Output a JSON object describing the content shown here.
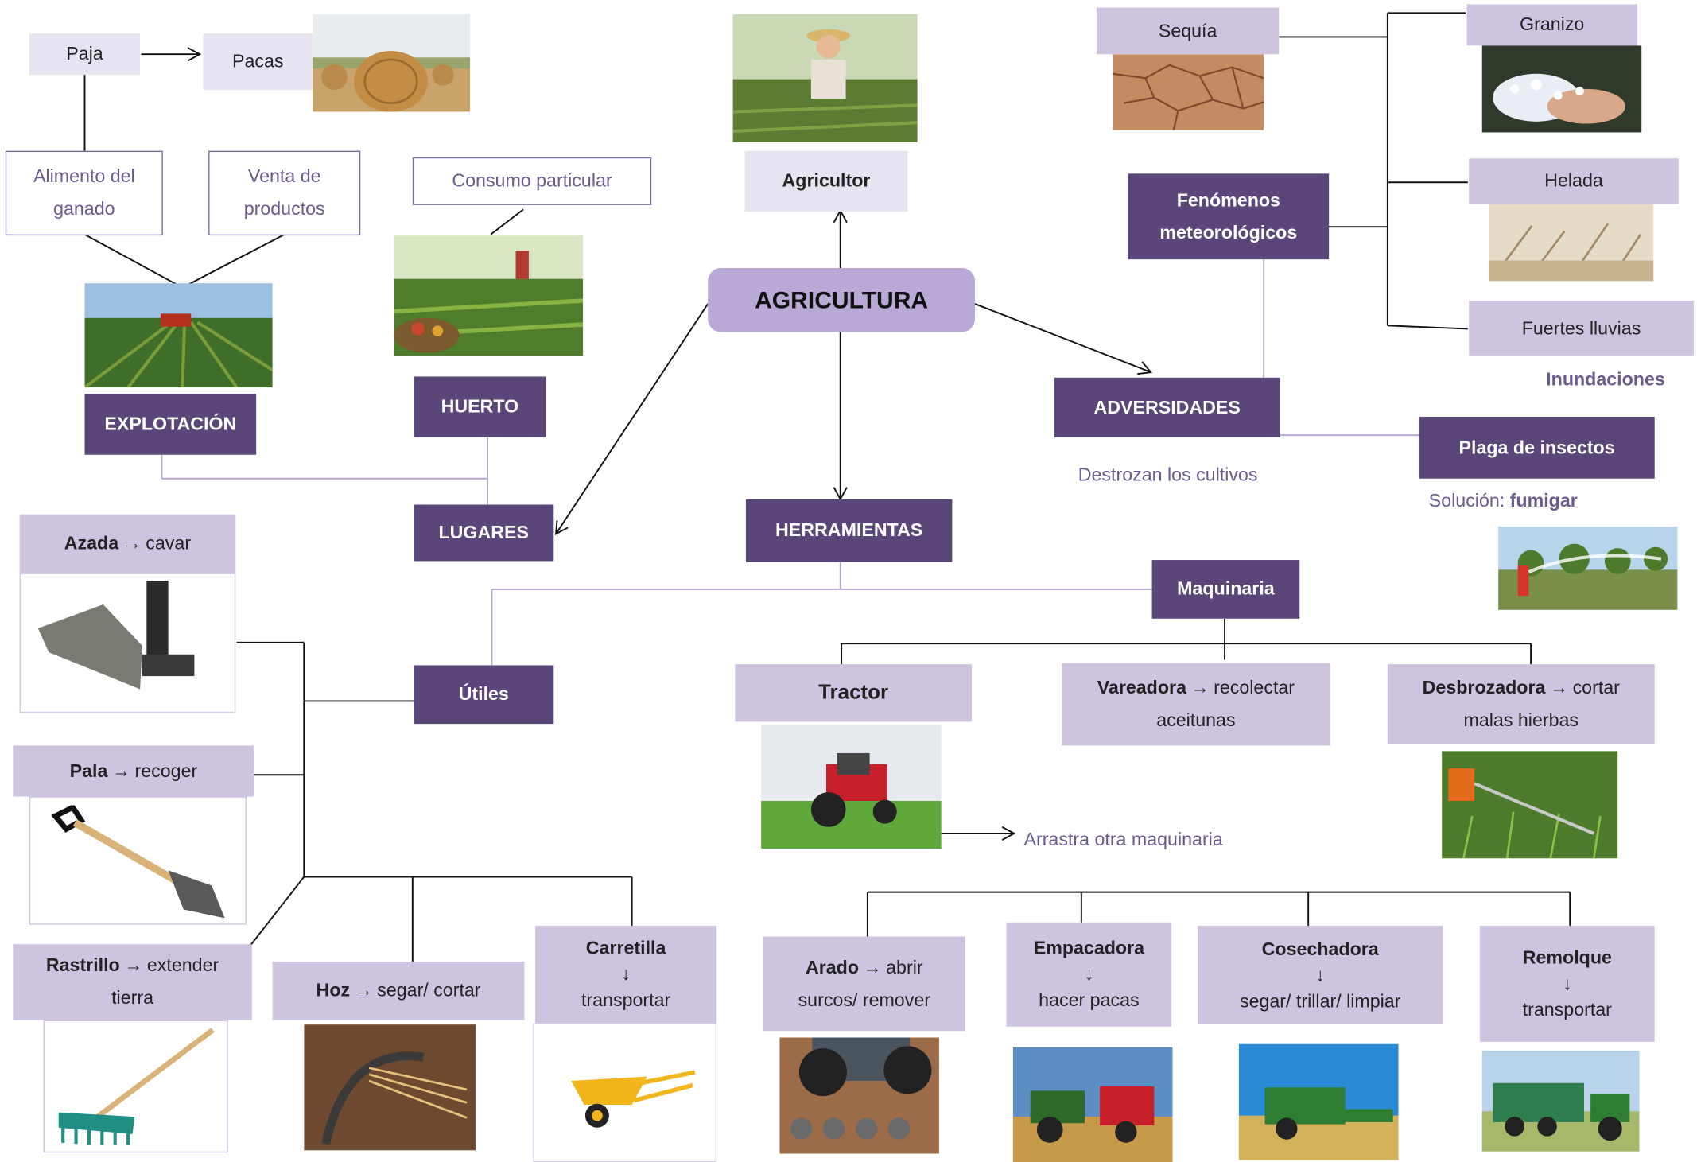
{
  "colors": {
    "dark_box": "#5a4678",
    "light_box": "#cfc4e0",
    "central_box": "#b9a9d6",
    "note_text": "#6b5a8e"
  },
  "center": {
    "label": "AGRICULTURA"
  },
  "top": {
    "agricultor": "Agricultor",
    "paja": "Paja",
    "pacas": "Pacas",
    "alimento": "Alimento del ganado",
    "venta": "Venta de productos",
    "consumo": "Consumo particular"
  },
  "places": {
    "explotacion": "EXPLOTACIÓN",
    "huerto": "HUERTO",
    "lugares": "LUGARES"
  },
  "adversities": {
    "title": "ADVERSIDADES",
    "fenomenos": "Fenómenos meteorológicos",
    "sequia": "Sequía",
    "granizo": "Granizo",
    "helada": "Helada",
    "lluvias": "Fuertes lluvias",
    "inundaciones": "Inundaciones",
    "plaga": "Plaga de insectos",
    "destrozan": "Destrozan los cultivos",
    "solucion": "Solución:",
    "fumigar": "fumigar"
  },
  "tools": {
    "title": "HERRAMIENTAS",
    "utiles": "Útiles",
    "maquinaria": "Maquinaria",
    "azada": {
      "name": "Azada",
      "use": "cavar"
    },
    "pala": {
      "name": "Pala",
      "use": "recoger"
    },
    "rastrillo": {
      "name": "Rastrillo",
      "use": "extender",
      "use2": "tierra"
    },
    "hoz": {
      "name": "Hoz",
      "use": "segar/ cortar"
    },
    "carretilla": {
      "name": "Carretilla",
      "use": "transportar"
    }
  },
  "machines": {
    "tractor": "Tractor",
    "arrastra": "Arrastra otra maquinaria",
    "vareadora": {
      "name": "Vareadora",
      "use": "recolectar",
      "use2": "aceitunas"
    },
    "desbrozadora": {
      "name": "Desbrozadora",
      "use": "cortar",
      "use2": "malas hierbas"
    },
    "arado": {
      "name": "Arado",
      "use": "abrir",
      "use2": "surcos/ remover"
    },
    "empacadora": {
      "name": "Empacadora",
      "use": "hacer pacas"
    },
    "cosechadora": {
      "name": "Cosechadora",
      "use": "segar/ trillar/ limpiar"
    },
    "remolque": {
      "name": "Remolque",
      "use": "transportar"
    }
  },
  "icons": {
    "right_arrow": "→",
    "down_arrow": "↓"
  }
}
